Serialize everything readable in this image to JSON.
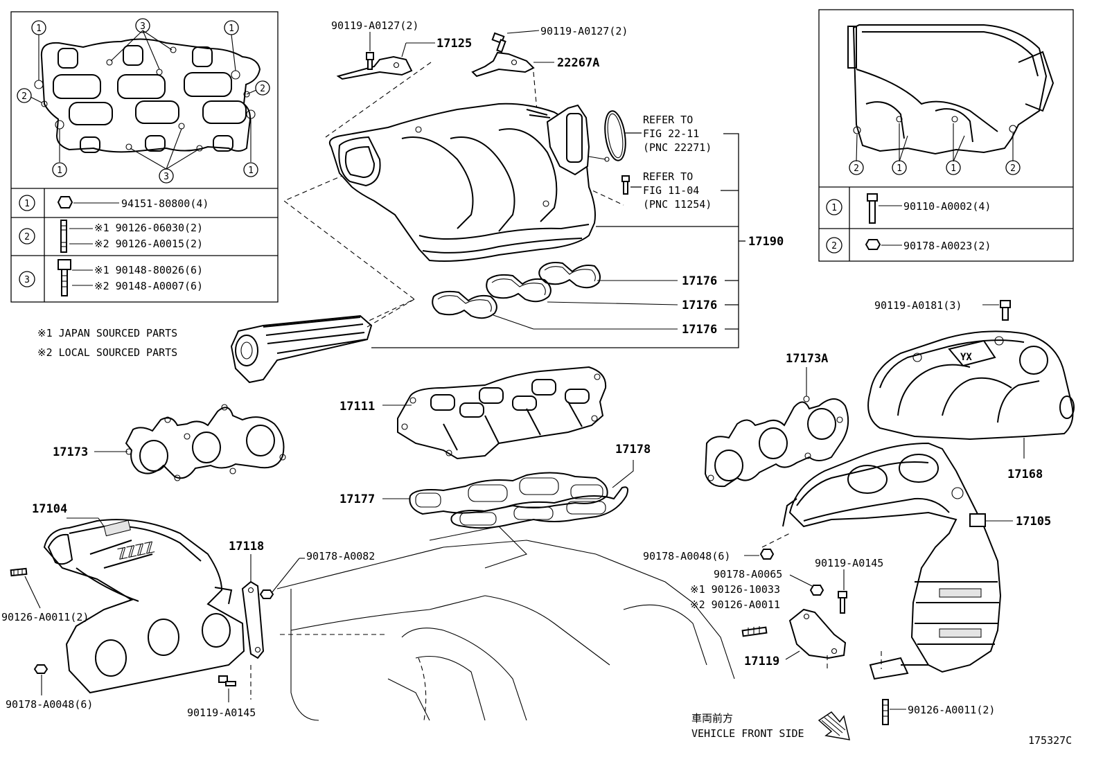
{
  "inset_left": {
    "table": [
      {
        "num": "1",
        "lines": [
          "94151-80800(4)"
        ]
      },
      {
        "num": "2",
        "lines": [
          "※1 90126-06030(2)",
          "※2 90126-A0015(2)"
        ]
      },
      {
        "num": "3",
        "lines": [
          "※1 90148-80026(6)",
          "※2 90148-A0007(6)"
        ]
      }
    ]
  },
  "inset_right": {
    "table": [
      {
        "num": "1",
        "lines": [
          "90110-A0002(4)"
        ]
      },
      {
        "num": "2",
        "lines": [
          "90178-A0023(2)"
        ]
      }
    ]
  },
  "notes": [
    "※1 JAPAN SOURCED PARTS",
    "※2 LOCAL SOURCED PARTS"
  ],
  "refer": {
    "a": [
      "REFER TO",
      "FIG 22-11",
      "(PNC 22271)"
    ],
    "b": [
      "REFER TO",
      "FIG 11-04",
      "(PNC 11254)"
    ]
  },
  "labels": {
    "l_90119_a0127_a": "90119-A0127(2)",
    "l_90119_a0127_b": "90119-A0127(2)",
    "l_17125": "17125",
    "l_22267a": "22267A",
    "l_17190": "17190",
    "l_17176_a": "17176",
    "l_17176_b": "17176",
    "l_17176_c": "17176",
    "l_90119_a0181": "90119-A0181(3)",
    "l_17173a": "17173A",
    "l_17111": "17111",
    "l_17173": "17173",
    "l_17178": "17178",
    "l_17168": "17168",
    "l_17177": "17177",
    "l_17104": "17104",
    "l_17105": "17105",
    "l_17118": "17118",
    "l_90178_a0082": "90178-A0082",
    "l_90178_a0048_r": "90178-A0048(6)",
    "l_90119_a0145_r": "90119-A0145",
    "l_90178_a0065": "90178-A0065",
    "l_90126_10033": "※1 90126-10033",
    "l_90126_a0011_r": "※2 90126-A0011",
    "l_90126_a0011_l": "90126-A0011(2)",
    "l_17119": "17119",
    "l_90178_a0048_l": "90178-A0048(6)",
    "l_90119_a0145_l": "90119-A0145",
    "l_90126_a0011_br": "90126-A0011(2)"
  },
  "front": {
    "jp": "車両前方",
    "en": "VEHICLE FRONT SIDE"
  },
  "figure_code": "175327C"
}
